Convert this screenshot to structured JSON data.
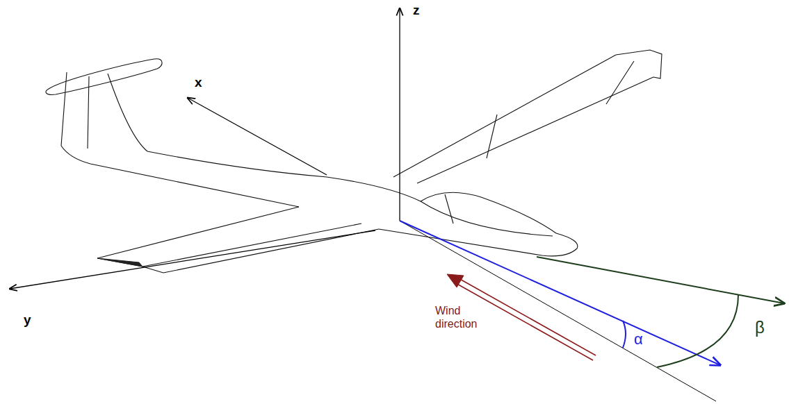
{
  "diagram": {
    "labels": [
      "z",
      "x",
      "y",
      "Wind direction",
      "α",
      "β"
    ]
  }
}
